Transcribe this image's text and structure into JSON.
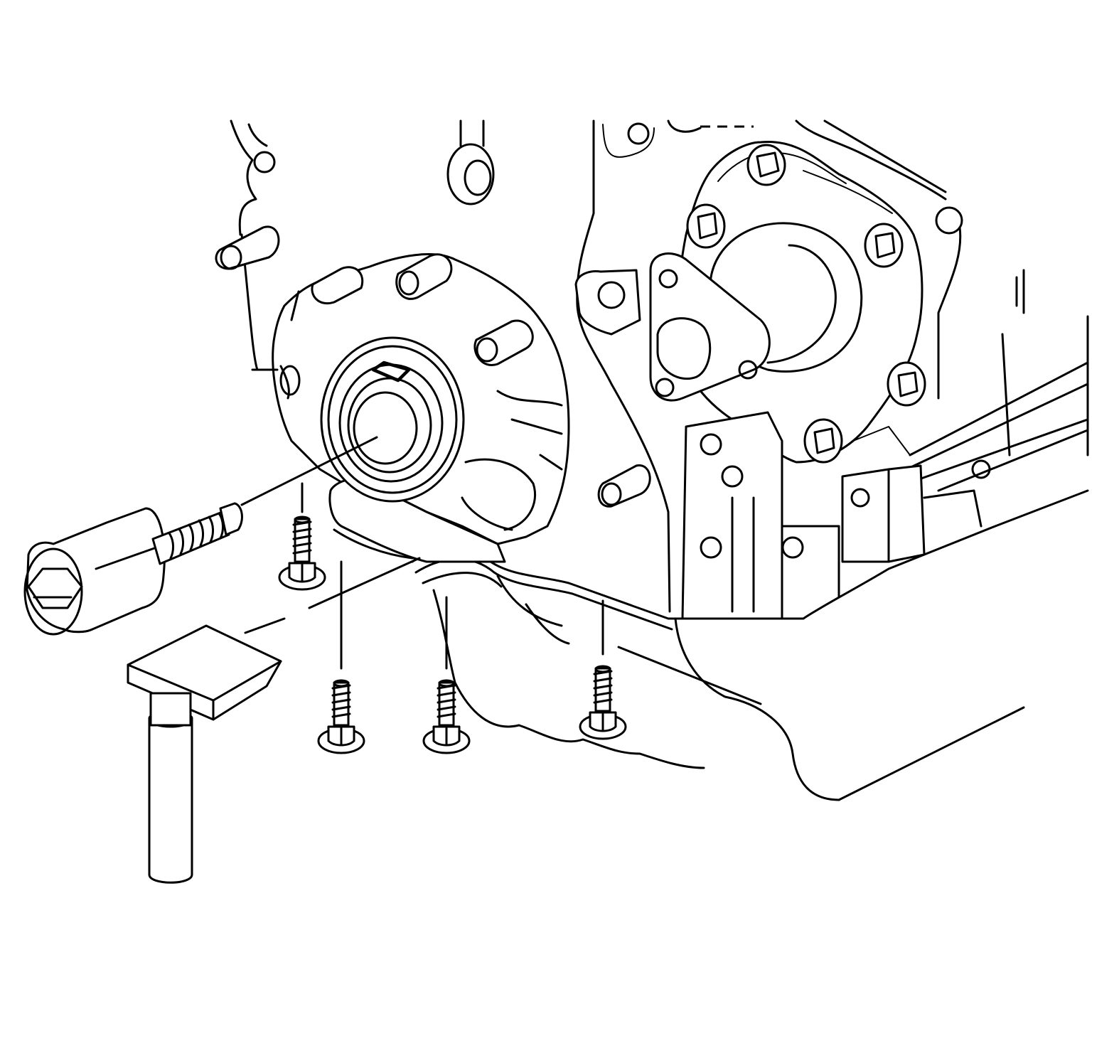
{
  "diagram": {
    "kind": "exploded technical line drawing",
    "colors": {
      "line": "#000000",
      "background": "#ffffff"
    },
    "components": [
      "engine-block",
      "oil-pump-rear-cover",
      "oil-pan",
      "oil-pump-assembly",
      "seal-installer-tool",
      "installer-bolt",
      "oil-pan-bolt",
      "support-stand"
    ]
  }
}
